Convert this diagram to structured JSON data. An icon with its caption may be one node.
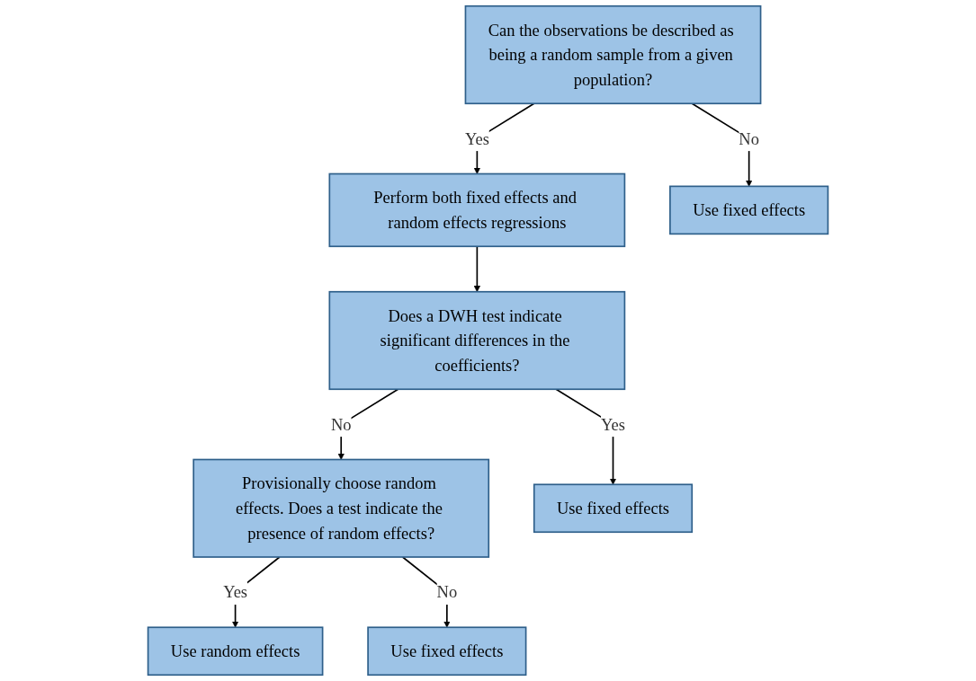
{
  "diagram": {
    "nodes": [
      {
        "text": [
          "Can the observations be described as being a random sample from a given population?"
        ]
      },
      {
        "text": [
          "Perform both fixed effects and random effects regressions"
        ]
      },
      {
        "text": [
          "Use fixed effects"
        ]
      },
      {
        "text": [
          "Does a DWH test indicate significant differences in the coefficients?"
        ]
      },
      {
        "text": [
          "Provisionally choose random effects. Does a test indicate the presence of random effects?"
        ]
      },
      {
        "text": [
          "Use fixed effects"
        ]
      },
      {
        "text": [
          "Use random effects"
        ]
      },
      {
        "text": [
          "Use fixed effects"
        ]
      }
    ],
    "edges": [
      {
        "from": 0,
        "to": 1,
        "arrow": "to",
        "label": "Yes"
      },
      {
        "from": 0,
        "to": 2,
        "arrow": "to",
        "label": "No"
      },
      {
        "from": 1,
        "to": 3,
        "arrow": "to"
      },
      {
        "from": 3,
        "to": 4,
        "arrow": "to",
        "label": "No"
      },
      {
        "from": 3,
        "to": 5,
        "arrow": "to",
        "label": "Yes"
      },
      {
        "from": 4,
        "to": 6,
        "arrow": "to",
        "label": "Yes"
      },
      {
        "from": 4,
        "to": 7,
        "arrow": "to",
        "label": "No"
      }
    ]
  }
}
